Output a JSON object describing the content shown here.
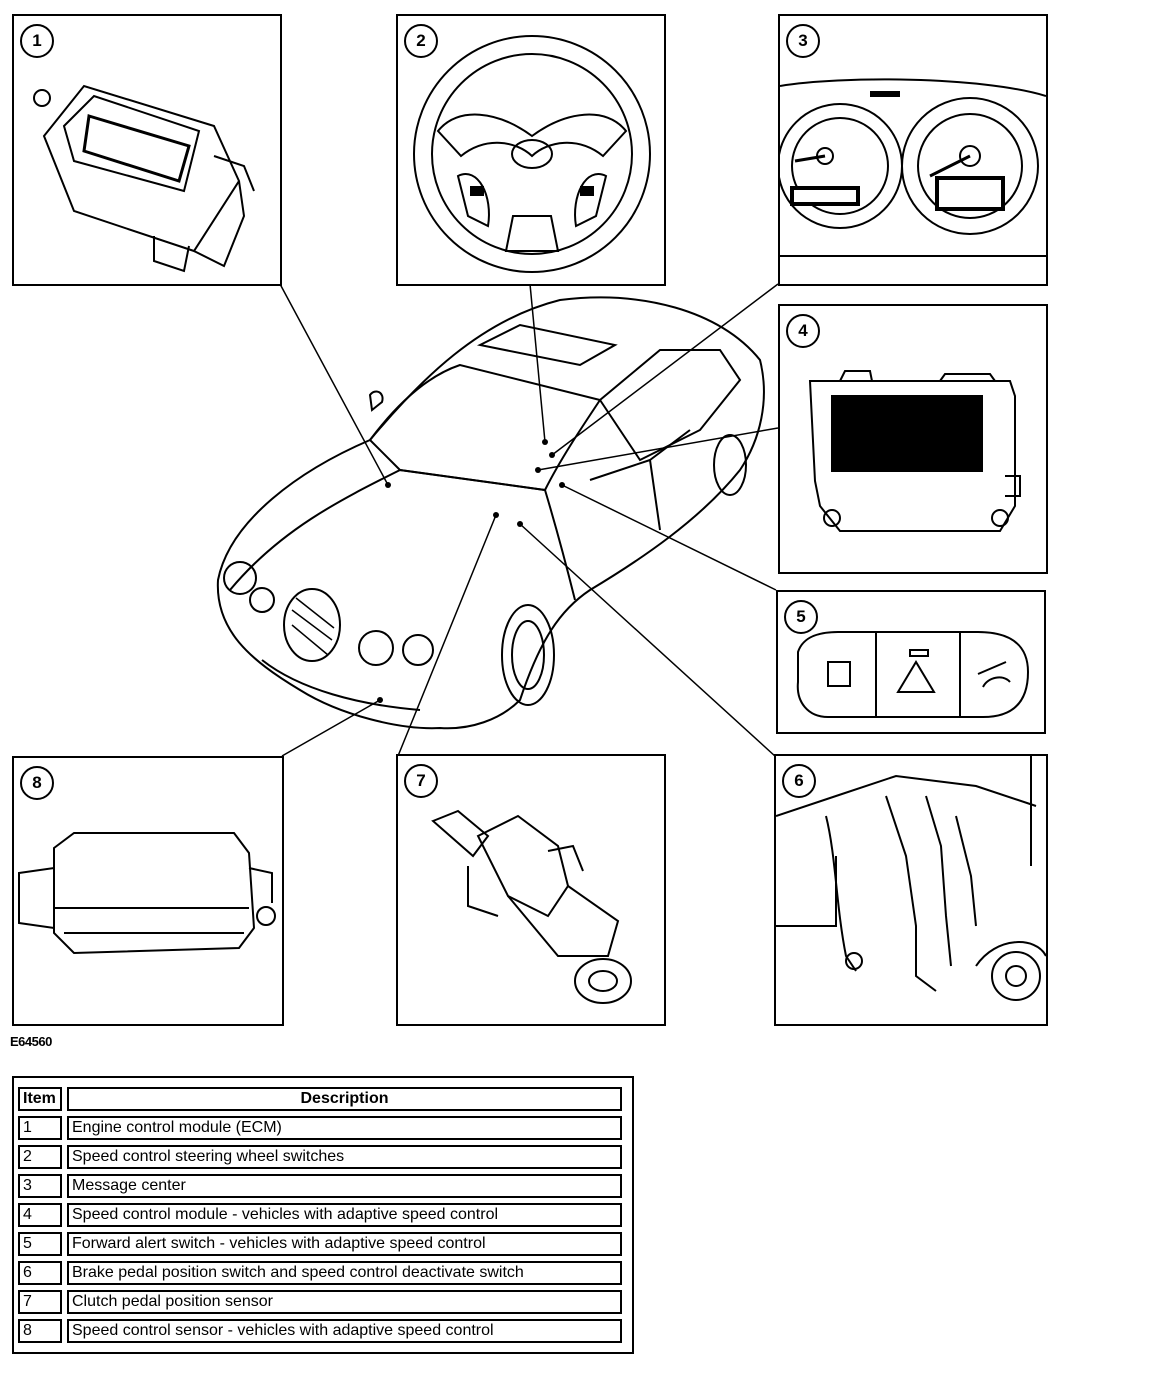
{
  "callouts": [
    {
      "number": "1",
      "component": "engine-control-module"
    },
    {
      "number": "2",
      "component": "steering-wheel-switches"
    },
    {
      "number": "3",
      "component": "message-center"
    },
    {
      "number": "4",
      "component": "speed-control-module"
    },
    {
      "number": "5",
      "component": "forward-alert-switch"
    },
    {
      "number": "6",
      "component": "brake-pedal-switch"
    },
    {
      "number": "7",
      "component": "clutch-pedal-sensor"
    },
    {
      "number": "8",
      "component": "speed-control-sensor"
    }
  ],
  "figure_id": "E64560",
  "legend": {
    "headers": {
      "item": "Item",
      "description": "Description"
    },
    "rows": [
      {
        "item": "1",
        "description": "Engine control module (ECM)"
      },
      {
        "item": "2",
        "description": "Speed control steering wheel switches"
      },
      {
        "item": "3",
        "description": "Message center"
      },
      {
        "item": "4",
        "description": "Speed control module - vehicles with adaptive speed control"
      },
      {
        "item": "5",
        "description": "Forward alert switch - vehicles with adaptive speed control"
      },
      {
        "item": "6",
        "description": "Brake pedal position switch and speed control deactivate switch"
      },
      {
        "item": "7",
        "description": "Clutch pedal position sensor"
      },
      {
        "item": "8",
        "description": "Speed control sensor - vehicles with adaptive speed control"
      }
    ]
  }
}
